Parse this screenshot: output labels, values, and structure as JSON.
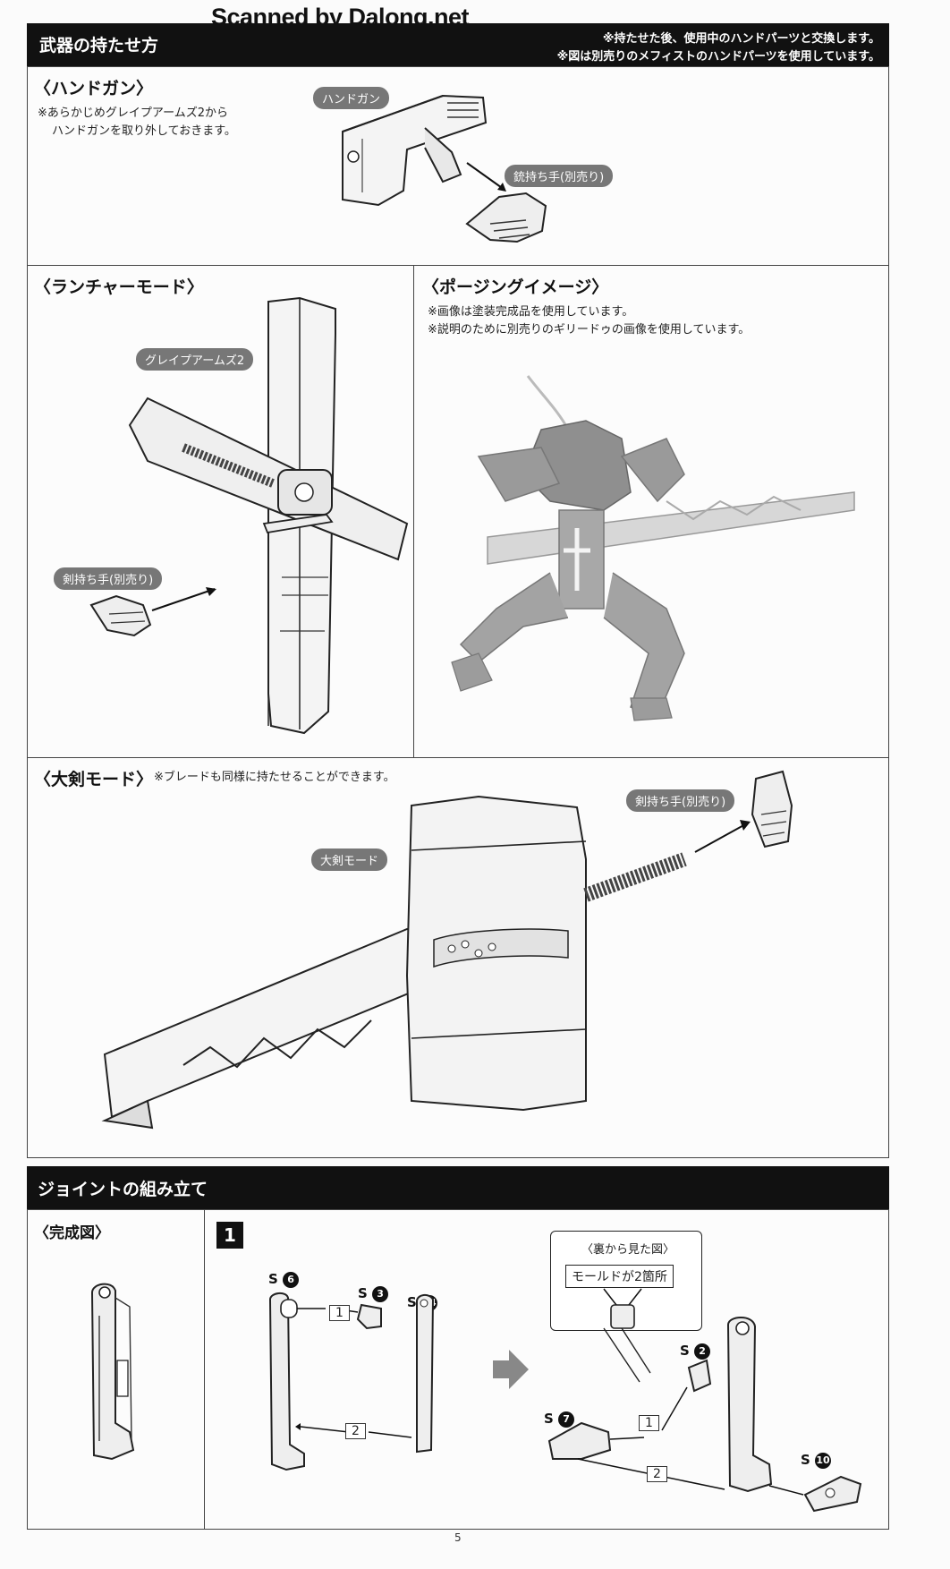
{
  "watermark": "Scanned by Dalong.net",
  "header": {
    "title": "武器の持たせ方",
    "notes": [
      "※持たせた後、使用中のハンドパーツと交換します。",
      "※図は別売りのメフィストのハンドパーツを使用しています。"
    ]
  },
  "handgun": {
    "title": "〈ハンドガン〉",
    "note_lines": [
      "※あらかじめグレイプアームズ2から",
      "ハンドガンを取り外しておきます。"
    ],
    "label_gun": "ハンドガン",
    "label_hand": "銃持ち手(別売り)"
  },
  "launcher": {
    "title": "〈ランチャーモード〉",
    "label_arms": "グレイプアームズ2",
    "label_hand": "剣持ち手(別売り)"
  },
  "posing": {
    "title": "〈ポージングイメージ〉",
    "notes": [
      "※画像は塗装完成品を使用しています。",
      "※説明のために別売りのギリードゥの画像を使用しています。"
    ]
  },
  "sword": {
    "title": "〈大剣モード〉",
    "note": "※ブレードも同様に持たせることができます。",
    "label_mode": "大剣モード",
    "label_hand": "剣持ち手(別売り)"
  },
  "joint": {
    "title": "ジョイントの組み立て",
    "complete_label": "〈完成図〉",
    "step_number": "1",
    "back_view_label": "〈裏から見た図〉",
    "mold_note": "モールドが2箇所",
    "parts": {
      "s6": {
        "letter": "S",
        "num": "6"
      },
      "s3": {
        "letter": "S",
        "num": "3"
      },
      "s14": {
        "letter": "S",
        "num": "14"
      },
      "s2": {
        "letter": "S",
        "num": "2"
      },
      "s7": {
        "letter": "S",
        "num": "7"
      },
      "s10": {
        "letter": "S",
        "num": "10"
      }
    },
    "order_1": "1",
    "order_2": "2"
  },
  "page_number": "5"
}
